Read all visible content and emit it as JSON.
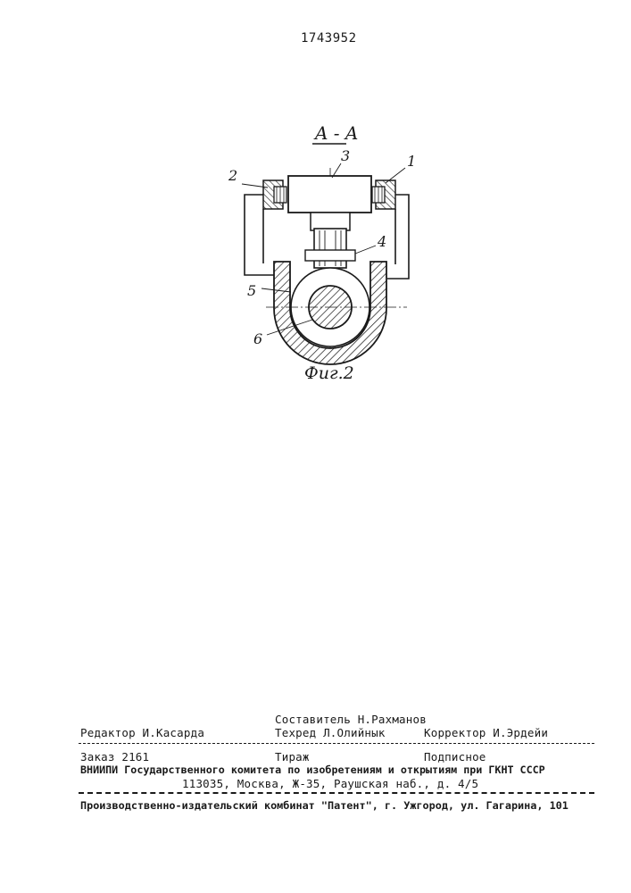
{
  "document": {
    "patent_number": "1743952"
  },
  "figure": {
    "section_label": "A - A",
    "caption": "Фиг.2",
    "callouts": [
      "1",
      "2",
      "3",
      "4",
      "5",
      "6"
    ]
  },
  "imprint": {
    "editor": "Редактор И.Касарда",
    "compiler": "Составитель Н.Рахманов",
    "techred": "Техред Л.Олийнык",
    "corrector": "Корректор И.Эрдейи",
    "order": "Заказ 2161",
    "print_run": "Тираж",
    "subscription": "Подписное",
    "vniipi": "ВНИИПИ Государственного комитета по изобретениям и открытиям при ГКНТ СССР",
    "address": "113035, Москва, Ж-35, Раушская наб., д. 4/5",
    "publisher": "Производственно-издательский комбинат \"Патент\", г. Ужгород, ул. Гагарина, 101"
  }
}
